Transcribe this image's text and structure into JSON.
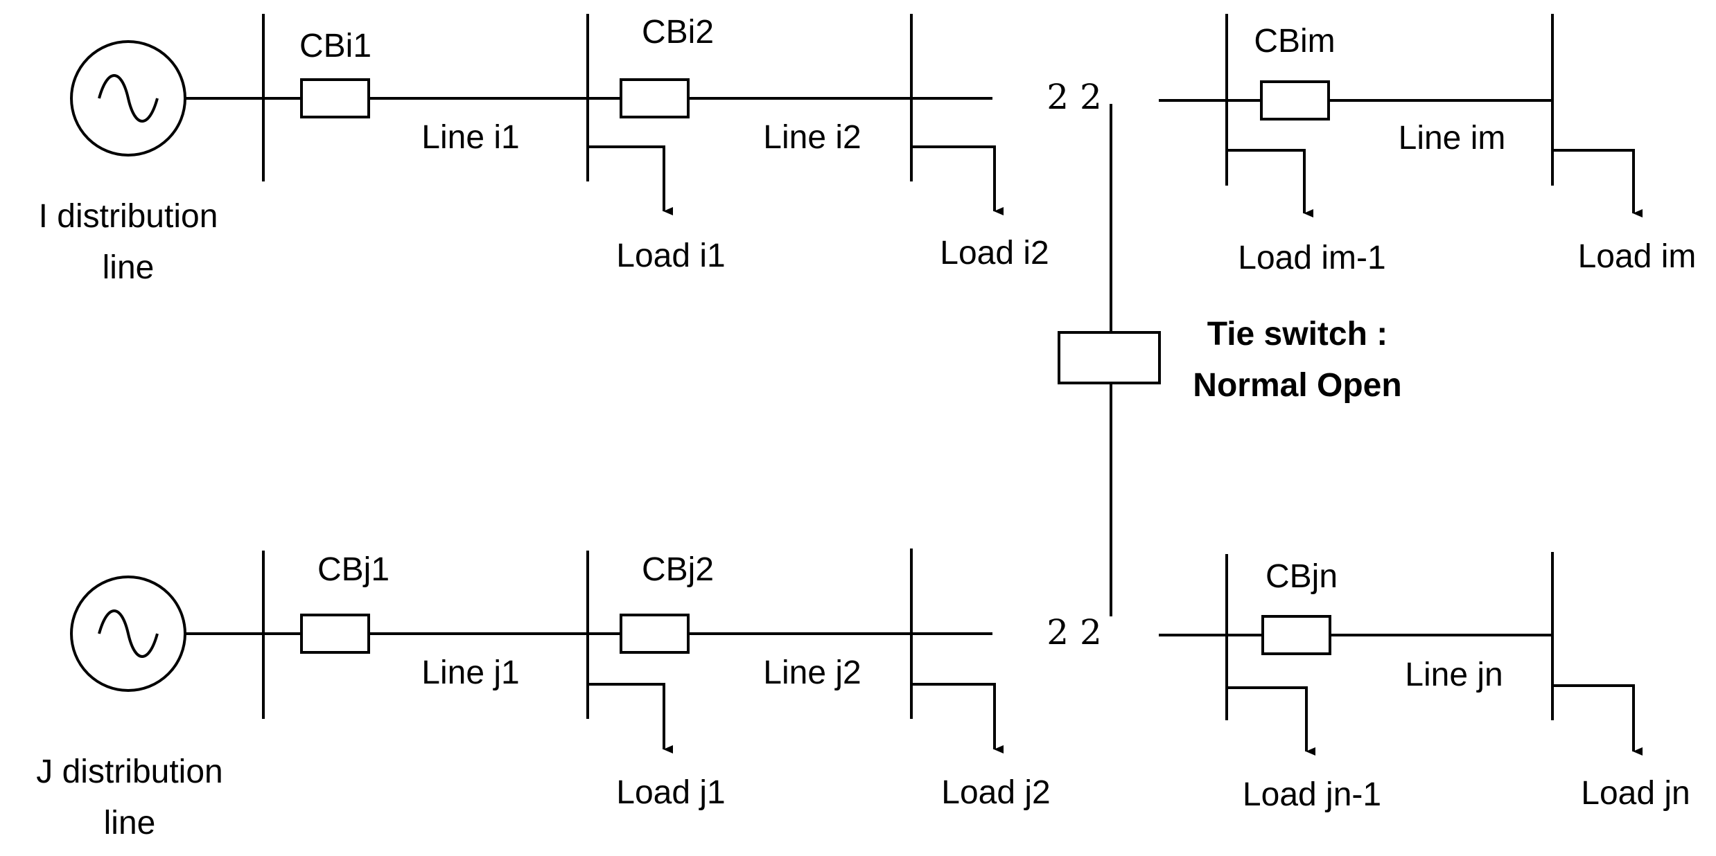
{
  "top": {
    "source_label_1": "I distribution",
    "source_label_2": "line",
    "cb1": "CBi1",
    "cb2": "CBi2",
    "cbm": "CBim",
    "line1": "Line i1",
    "line2": "Line i2",
    "linem": "Line im",
    "load1": "Load i1",
    "load2": "Load i2",
    "loadm1": "Load im-1",
    "loadm": "Load im",
    "continuation": "2 2"
  },
  "bottom": {
    "source_label_1": "J distribution",
    "source_label_2": "line",
    "cb1": "CBj1",
    "cb2": "CBj2",
    "cbn": "CBjn",
    "line1": "Line j1",
    "line2": "Line j2",
    "linen": "Line jn",
    "load1": "Load j1",
    "load2": "Load j2",
    "loadn1": "Load jn-1",
    "loadn": "Load jn",
    "continuation": "2 2"
  },
  "tie_switch": {
    "label_1": "Tie switch :",
    "label_2": "Normal Open"
  }
}
